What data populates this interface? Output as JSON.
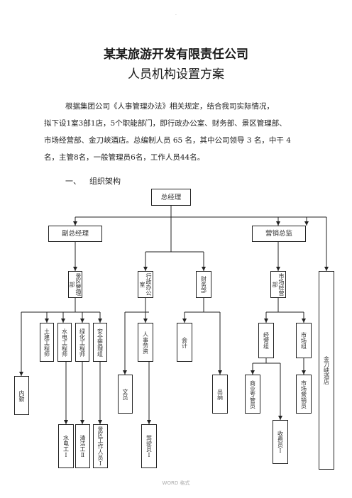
{
  "header_mark": "·",
  "title": "某某旅游开发有限责任公司",
  "subtitle": "人员机构设置方案",
  "paragraph_lines": [
    "根据集团公司《人事管理办法》相关规定，结合我司实际情况，",
    "拟下设1室3部1店，5个职能部门，即行政办公室、财务部、景区管理部、",
    "市场经营部、金刀峡酒店。总编制人员 65 名，其中公司领导 3 名，中干 4",
    "名，主管8名，一般管理员6名，工作人员44名。"
  ],
  "section": {
    "number": "一、",
    "heading": "组织架构"
  },
  "org": {
    "gm": "总经理",
    "deputy_gm": "副总经理",
    "marketing_director": "营销总监",
    "scenic_dept": "景区管理部",
    "admin_office": "行政办公室",
    "finance_dept": "财务部",
    "market_dept": "市场经营部",
    "hotel": "金刀峡酒店",
    "civil_engineer": "土建工程师",
    "water_elec_engineer": "水电工程师",
    "green_engineer": "绿化工程师",
    "security_team": "安全管理组",
    "hr": "人事劳资",
    "accounting": "会计",
    "business_team": "经营组",
    "market_team": "市场组",
    "internal_duty": "内勤",
    "clerk": "文员",
    "cashier": "出纳",
    "merchant_manager": "商业专管员",
    "marketing_staff": "市场营销员",
    "water_elec_worker": "水电工Ⅰ",
    "cleaner": "清洁工Ⅱ",
    "scenic_worker": "景区工作人员Ⅰ",
    "driver": "驾驶员Ⅰ",
    "ticket_collector": "收费员Ⅰ"
  },
  "footer": "WORD 格式"
}
